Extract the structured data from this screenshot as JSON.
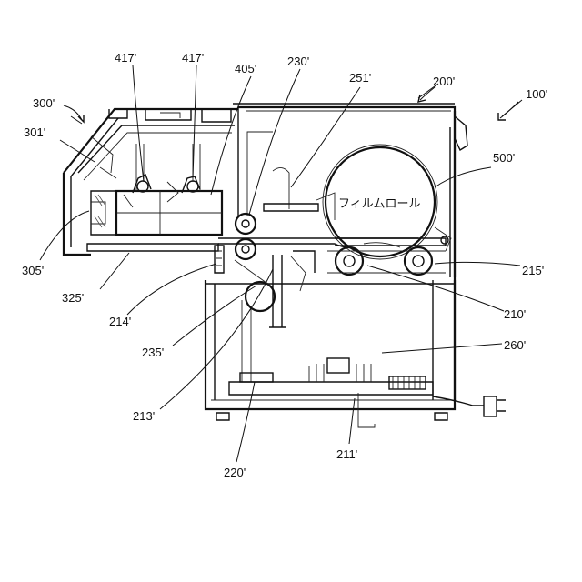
{
  "figure": {
    "labels": {
      "l417a": "417'",
      "l417b": "417'",
      "l405": "405'",
      "l230": "230'",
      "l251": "251'",
      "l200": "200'",
      "l100": "100'",
      "l300": "300'",
      "l301": "301'",
      "l500": "500'",
      "l305": "305'",
      "l215": "215'",
      "l325": "325'",
      "l214": "214'",
      "l210": "210'",
      "l260": "260'",
      "l235": "235'",
      "l213": "213'",
      "l220": "220'",
      "l211": "211'"
    },
    "roll_text": "フィルムロール"
  }
}
